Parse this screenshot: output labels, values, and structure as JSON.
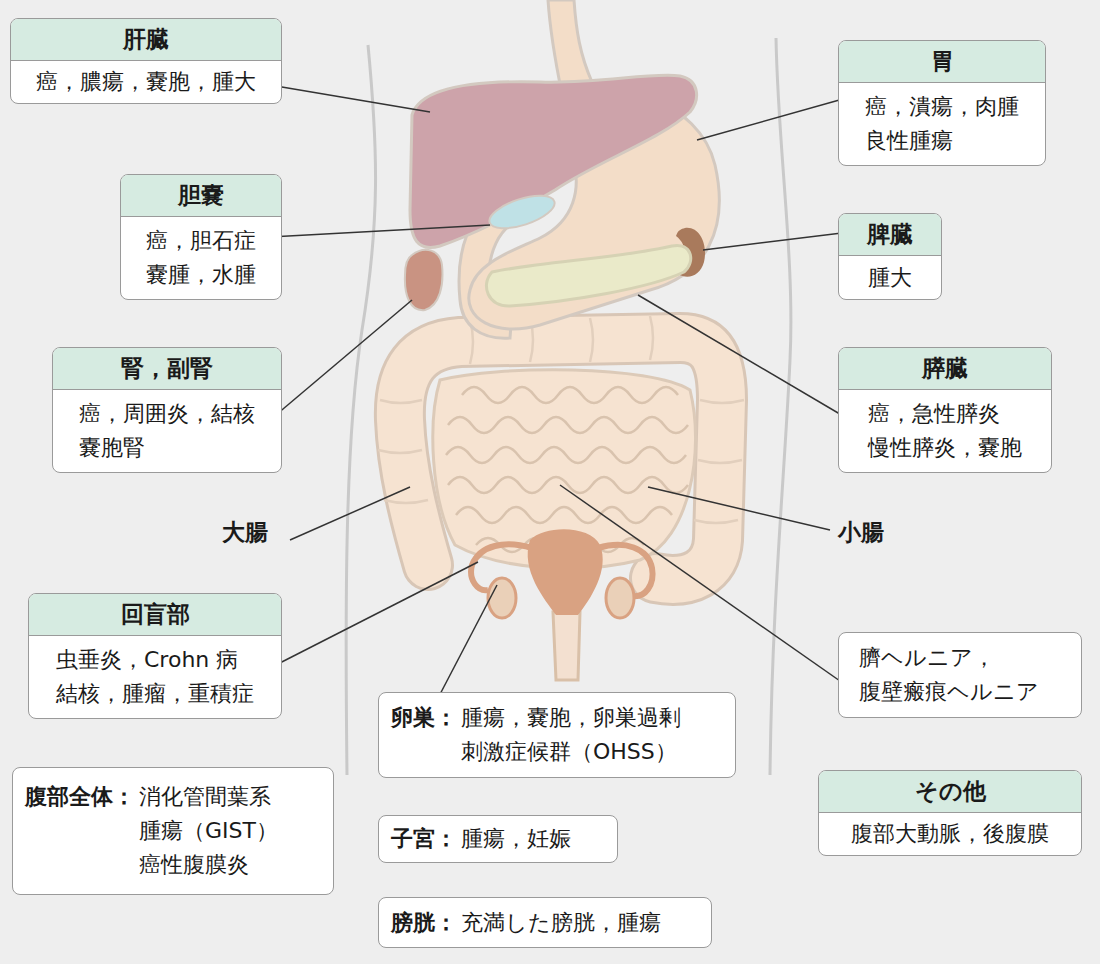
{
  "diagram": {
    "nodes": [
      {
        "text": [
          "肝臓",
          "癌，膿瘍，嚢胞，腫大"
        ]
      },
      {
        "text": [
          "胃",
          "癌，潰瘍，肉腫 良性腫瘍"
        ]
      },
      {
        "text": [
          "胆嚢",
          "癌，胆石症 嚢腫，水腫"
        ]
      },
      {
        "text": [
          "脾臓",
          "腫大"
        ]
      },
      {
        "text": [
          "腎，副腎",
          "癌，周囲炎，結核 嚢胞腎"
        ]
      },
      {
        "text": [
          "膵臓",
          "癌，急性膵炎 慢性膵炎，嚢胞"
        ]
      },
      {
        "text": [
          "回盲部",
          "虫垂炎，Crohn 病 結核，腫瘤，重積症"
        ]
      },
      {
        "text": [
          "臍ヘルニア， 腹壁瘢痕ヘルニア"
        ]
      },
      {
        "text": [
          "卵巣：",
          "腫瘍，嚢胞，卵巣過剰 刺激症候群（OHSS）"
        ]
      },
      {
        "text": [
          "腹部全体：",
          "消化管間葉系 腫瘍（GIST） 癌性腹膜炎"
        ]
      },
      {
        "text": [
          "その他",
          "腹部大動脈，後腹膜"
        ]
      },
      {
        "text": [
          "子宮：",
          "腫瘍，妊娠"
        ]
      },
      {
        "text": [
          "膀胱：",
          "充満した膀胱，腫瘍"
        ]
      }
    ],
    "labels": [
      "大腸",
      "小腸"
    ]
  }
}
